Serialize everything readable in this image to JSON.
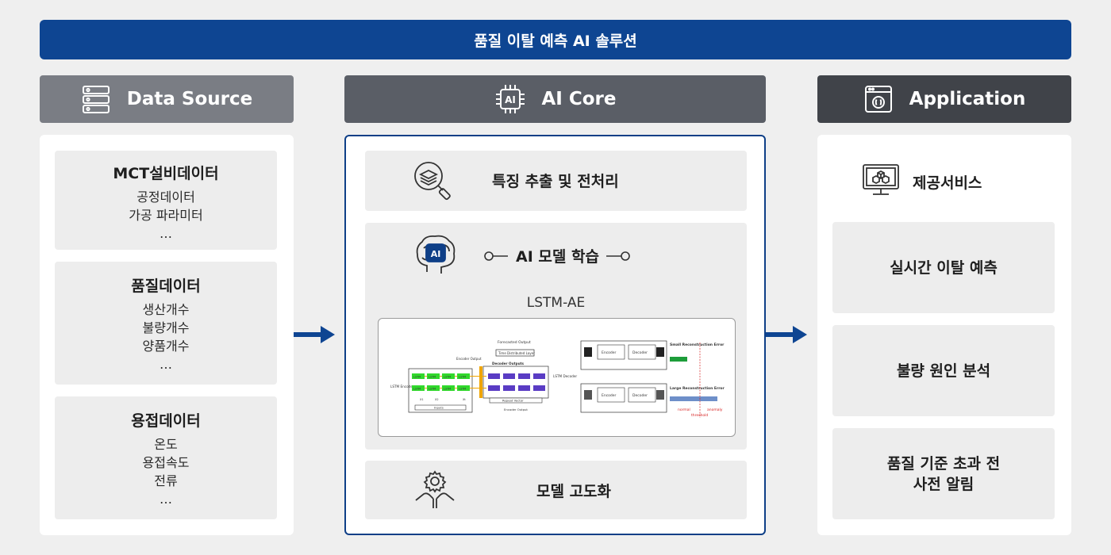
{
  "banner": "품질 이탈 예측 AI 솔루션",
  "columns": {
    "source": "Data Source",
    "core": "AI Core",
    "app": "Application"
  },
  "source_boxes": [
    {
      "title": "MCT설비데이터",
      "lines": [
        "공정데이터",
        "가공 파라미터",
        "…"
      ]
    },
    {
      "title": "품질데이터",
      "lines": [
        "생산개수",
        "불량개수",
        "양품개수",
        "…"
      ]
    },
    {
      "title": "용접데이터",
      "lines": [
        "온도",
        "용접속도",
        "전류",
        "…"
      ]
    }
  ],
  "core": {
    "feature": "특징 추출 및 전처리",
    "training": "AI 모델 학습",
    "model_name": "LSTM-AE",
    "advance": "모델 고도화",
    "brain_badge": "AI",
    "chip_badge": "AI"
  },
  "lstm_diagram": {
    "forecasted_output": "Forecasted Output",
    "time_distributed": "Time Distributed Layer",
    "decoder_outputs": "Decoder Outputs",
    "encoder_output": "Encoder Output",
    "lstm_encoder": "LSTM Encoder",
    "lstm_decoder": "LSTM Decoder",
    "repeat_vector": "Repeat Vector",
    "encoder_output_bottom": "Encoder Output",
    "inputs": "Inputs",
    "cell": "LSTM",
    "x_labels": [
      "X1",
      "X2",
      "Xt"
    ],
    "encoder": "Encoder",
    "decoder": "Decoder",
    "small_error": "Small Reconstruction Error",
    "large_error": "Large Reconstruction Error",
    "normal": "normal",
    "anomaly": "anomaly",
    "threshold": "threshold"
  },
  "app": {
    "service": "제공서비스",
    "items": [
      "실시간 이탈 예측",
      "불량 원인 분석",
      "품질 기준 초과 전 사전 알림"
    ],
    "item3_line1": "품질 기준 초과 전",
    "item3_line2": "사전 알림"
  },
  "colors": {
    "navy": "#0e4592",
    "header_light": "#7a7d84",
    "header_mid": "#5a5e66",
    "header_dark": "#404349",
    "arrow": "#0e4592"
  }
}
